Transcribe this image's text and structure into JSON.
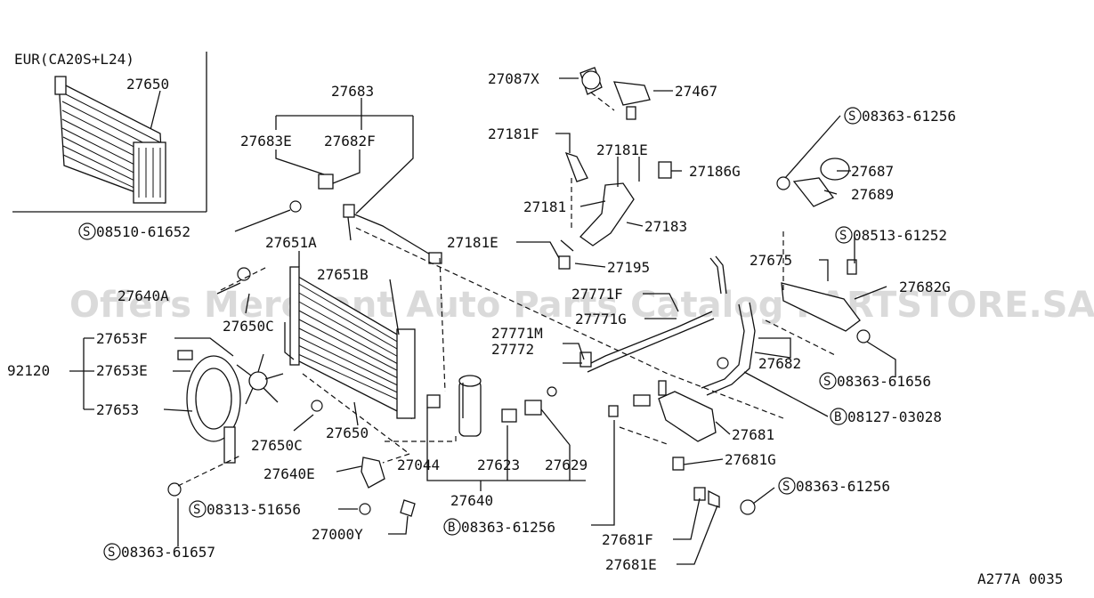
{
  "diagram_id": "A277A 0035",
  "watermark": "Offers Merchant Auto Parts Catalog PARTSTORE.SA",
  "inset": {
    "title": "EUR(CA20S+L24)",
    "part": "27650"
  },
  "labels": {
    "p27683": "27683",
    "p27683E": "27683E",
    "p27682F": "27682F",
    "s0851061652": "08510-61652",
    "p27651A": "27651A",
    "p27651B": "27651B",
    "p27640A": "27640A",
    "p27650C_top": "27650C",
    "p27653F": "27653F",
    "p92120": "92120",
    "p27653E": "27653E",
    "p27653": "27653",
    "p27650C_bot": "27650C",
    "p27650": "27650",
    "p27640E": "27640E",
    "p27044": "27044",
    "p27623": "27623",
    "p27629": "27629",
    "p27640": "27640",
    "s0831351656": "08313-51656",
    "p27000Y": "27000Y",
    "s0836361657": "08363-61657",
    "b0836361256": "08363-61256",
    "p27087X": "27087X",
    "p27467": "27467",
    "p27181F": "27181F",
    "p27181E_top": "27181E",
    "p27186G": "27186G",
    "p27181": "27181",
    "p27183": "27183",
    "p27181E_mid": "27181E",
    "p27195": "27195",
    "p27771F": "27771F",
    "p27771G": "27771G",
    "p27771M": "27771M",
    "p27772": "27772",
    "s0836361256_top": "08363-61256",
    "p27687": "27687",
    "p27689": "27689",
    "s0851361252": "08513-61252",
    "p27675": "27675",
    "p27682G": "27682G",
    "p27682": "27682",
    "s0836361656": "08363-61656",
    "b0812703028": "08127-03028",
    "p27681": "27681",
    "p27681G": "27681G",
    "s0836361256_bot": "08363-61256",
    "p27681F": "27681F",
    "p27681E": "27681E"
  },
  "markers": {
    "s": "S",
    "b": "B"
  }
}
